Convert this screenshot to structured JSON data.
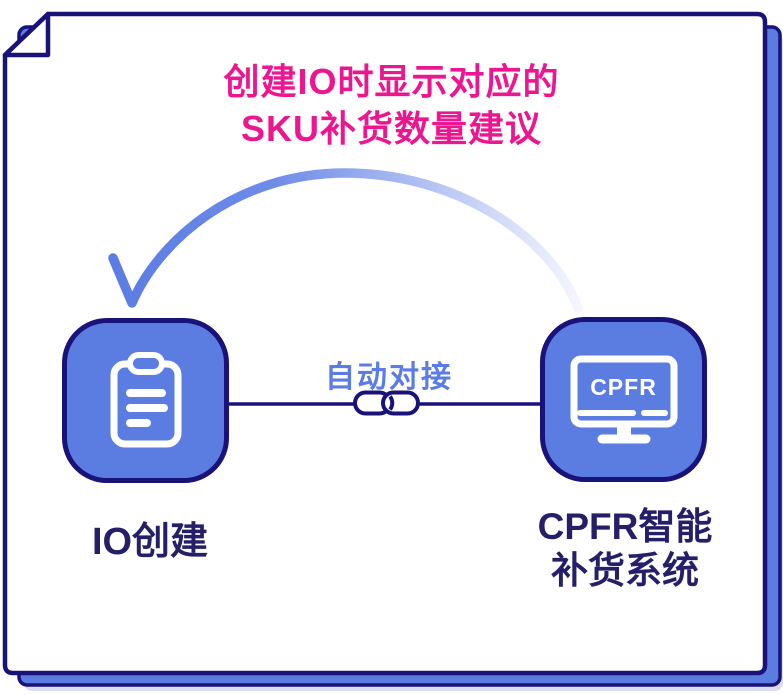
{
  "title": {
    "line1": "创建IO时显示对应的",
    "line2": "SKU补货数量建议"
  },
  "connector": {
    "label": "自动对接",
    "icon": "chain-link-icon"
  },
  "nodes": {
    "left": {
      "label": "IO创建",
      "icon": "clipboard-icon"
    },
    "right": {
      "label_line1": "CPFR智能",
      "label_line2": "补货系统",
      "screen_text": "CPFR",
      "icon": "monitor-icon"
    }
  },
  "annotation_arrow": {
    "shape": "curved-arrow-right-to-left",
    "points_to": "IO创建"
  },
  "colors": {
    "pink_title": "#ec1690",
    "navy_line": "#191278",
    "navy_text": "#251e69",
    "periwinkle": "#5b7de1",
    "link_text_blue": "#5b7ce4",
    "arc_gradient_start": "#5b7ce4",
    "arc_gradient_end": "#f4f6fe",
    "page_background": "#ffffff"
  }
}
